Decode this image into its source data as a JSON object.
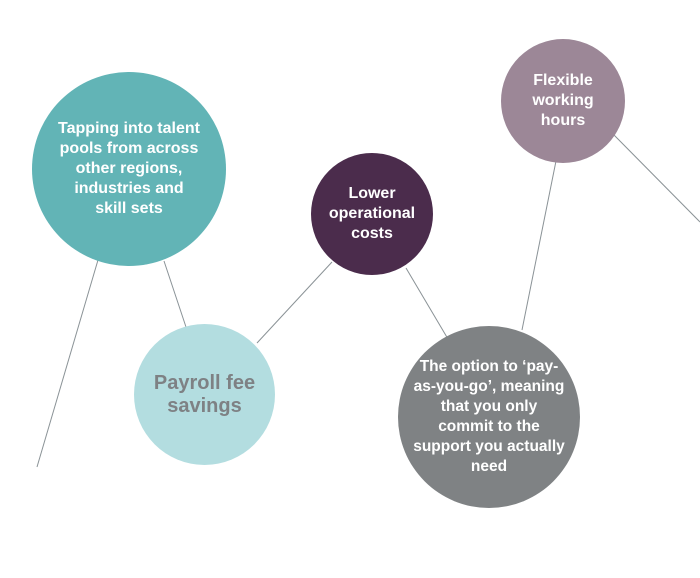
{
  "bubbles": {
    "talent": "Tapping into talent pools from across other regions, industries and skill sets",
    "lower": "Lower operational costs",
    "flex": "Flexible working hours",
    "payroll": "Payroll fee savings",
    "option": "The option to ‘pay-as-you-go’, meaning that you only commit to the support you actually need"
  },
  "colors": {
    "teal": "#62b4b6",
    "plum": "#4b2c4c",
    "mauve": "#9c8797",
    "light_teal": "#b3dde0",
    "grey": "#7f8284",
    "connector": "#8a9296"
  }
}
